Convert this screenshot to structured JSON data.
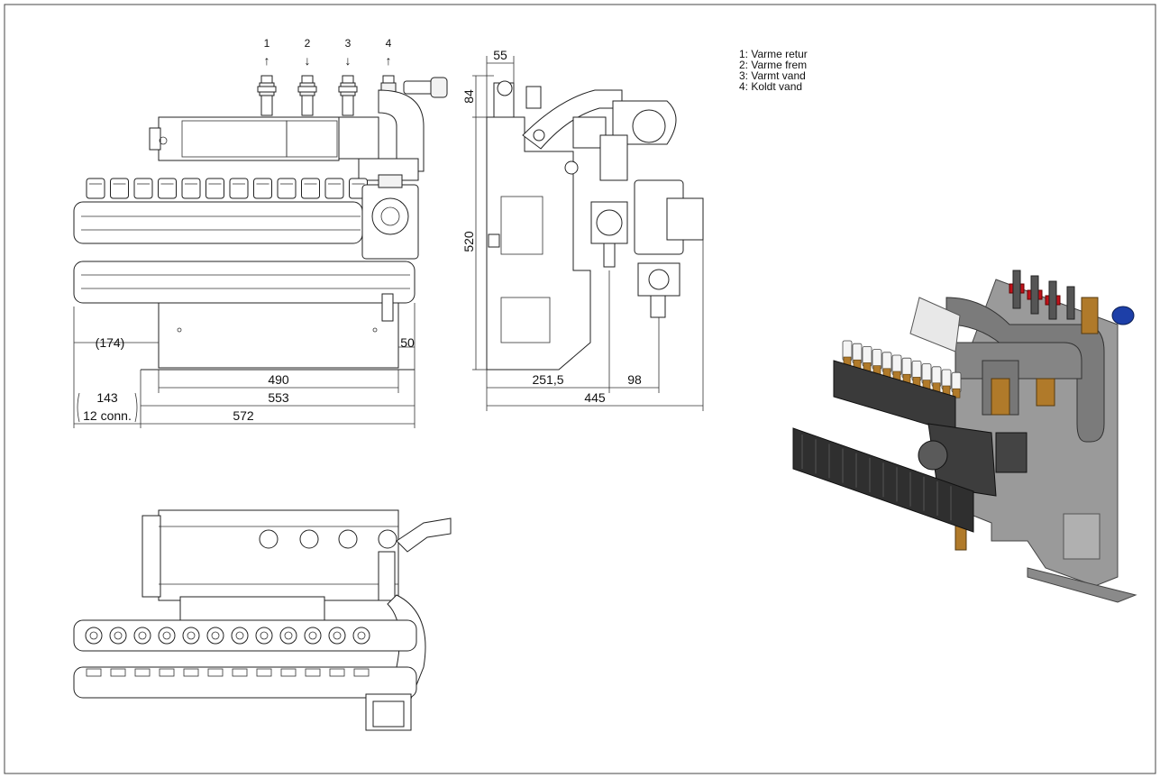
{
  "port_numbers": [
    "1",
    "2",
    "3",
    "4"
  ],
  "port_arrows": [
    "↑",
    "↓",
    "↓",
    "↑"
  ],
  "legend": [
    "1:  Varme retur",
    "2:  Varme frem",
    "3:  Varmt vand",
    "4:  Koldt vand"
  ],
  "front_view": {
    "dim_174": "(174)",
    "dim_50": "50",
    "dim_490": "490",
    "dim_553": "553",
    "dim_572": "572",
    "dim_143": "143",
    "dim_conn": "12 conn."
  },
  "side_view": {
    "dim_55": "55",
    "dim_84": "84",
    "dim_520": "520",
    "dim_251_5": "251,5",
    "dim_98": "98",
    "dim_445": "445"
  },
  "colors": {
    "valve_red": "#c0121a",
    "valve_blue": "#1d3fa8",
    "brass": "#b07a2a",
    "pipe_grey": "#7b7b7b",
    "plate_grey": "#9a9a9a"
  }
}
